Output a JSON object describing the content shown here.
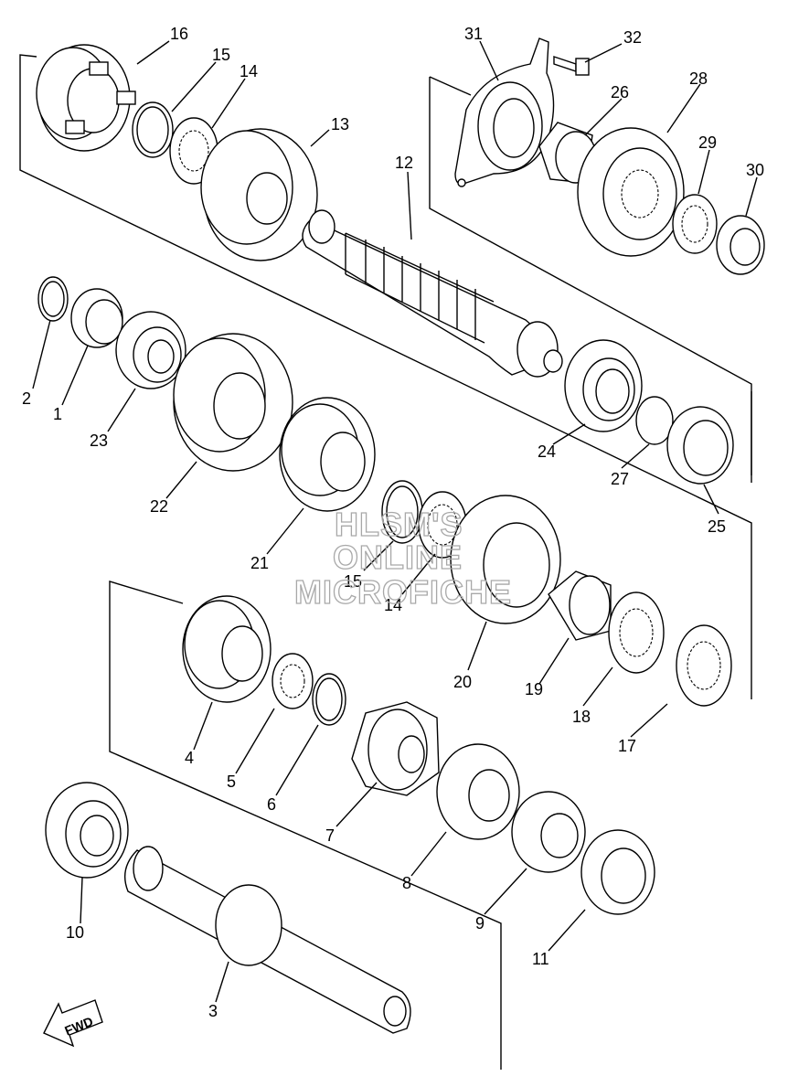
{
  "diagram": {
    "callouts": [
      {
        "id": "16",
        "text": "16"
      },
      {
        "id": "15a",
        "text": "15"
      },
      {
        "id": "14a",
        "text": "14"
      },
      {
        "id": "13",
        "text": "13"
      },
      {
        "id": "12",
        "text": "12"
      },
      {
        "id": "31",
        "text": "31"
      },
      {
        "id": "32",
        "text": "32"
      },
      {
        "id": "26",
        "text": "26"
      },
      {
        "id": "28",
        "text": "28"
      },
      {
        "id": "29",
        "text": "29"
      },
      {
        "id": "30",
        "text": "30"
      },
      {
        "id": "2",
        "text": "2"
      },
      {
        "id": "1",
        "text": "1"
      },
      {
        "id": "23",
        "text": "23"
      },
      {
        "id": "22",
        "text": "22"
      },
      {
        "id": "21",
        "text": "21"
      },
      {
        "id": "15b",
        "text": "15"
      },
      {
        "id": "14b",
        "text": "14"
      },
      {
        "id": "24",
        "text": "24"
      },
      {
        "id": "27",
        "text": "27"
      },
      {
        "id": "25",
        "text": "25"
      },
      {
        "id": "20",
        "text": "20"
      },
      {
        "id": "19",
        "text": "19"
      },
      {
        "id": "18",
        "text": "18"
      },
      {
        "id": "17",
        "text": "17"
      },
      {
        "id": "4",
        "text": "4"
      },
      {
        "id": "5",
        "text": "5"
      },
      {
        "id": "6",
        "text": "6"
      },
      {
        "id": "7",
        "text": "7"
      },
      {
        "id": "8",
        "text": "8"
      },
      {
        "id": "9",
        "text": "9"
      },
      {
        "id": "10",
        "text": "10"
      },
      {
        "id": "11",
        "text": "11"
      },
      {
        "id": "3",
        "text": "3"
      }
    ],
    "watermark": [
      "HLSM'S",
      "ONLINE",
      "MICROFICHE"
    ],
    "fwd_label": "FWD"
  }
}
